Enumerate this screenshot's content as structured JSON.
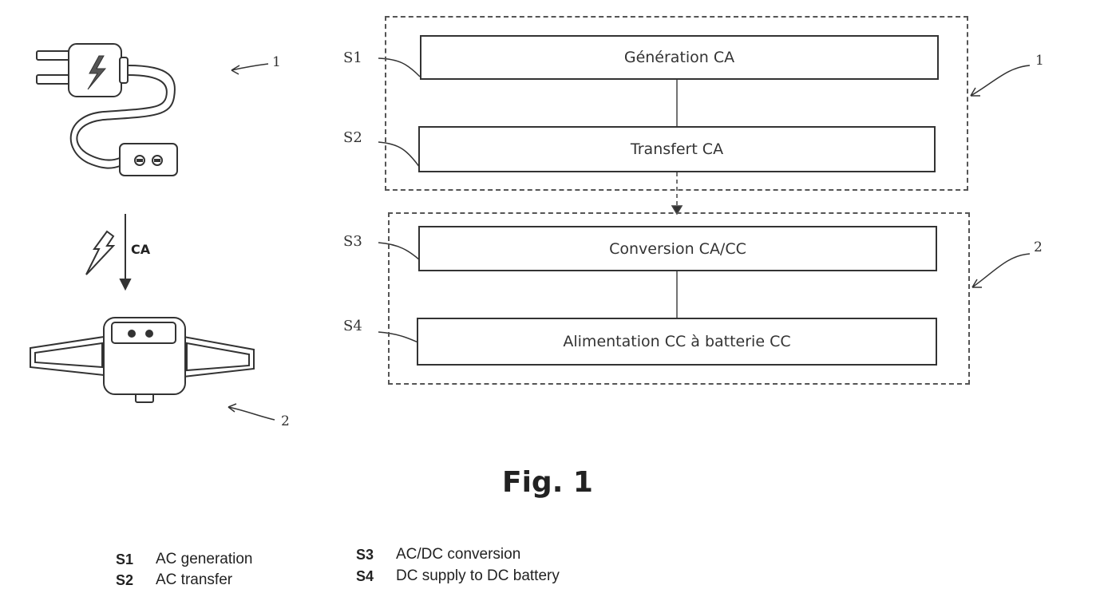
{
  "figure": {
    "title": "Fig. 1"
  },
  "illustration": {
    "current_label": "CA",
    "ref_plug": "1",
    "ref_device": "2"
  },
  "flowchart": {
    "groups": [
      {
        "ref": "1"
      },
      {
        "ref": "2"
      }
    ],
    "steps": [
      {
        "id": "S1",
        "label": "Génération CA"
      },
      {
        "id": "S2",
        "label": "Transfert CA"
      },
      {
        "id": "S3",
        "label": "Conversion CA/CC"
      },
      {
        "id": "S4",
        "label": "Alimentation CC à batterie CC"
      }
    ]
  },
  "legend": [
    {
      "code": "S1",
      "text": "AC generation"
    },
    {
      "code": "S2",
      "text": "AC transfer"
    },
    {
      "code": "S3",
      "text": "AC/DC conversion"
    },
    {
      "code": "S4",
      "text": "DC supply to DC battery"
    }
  ]
}
